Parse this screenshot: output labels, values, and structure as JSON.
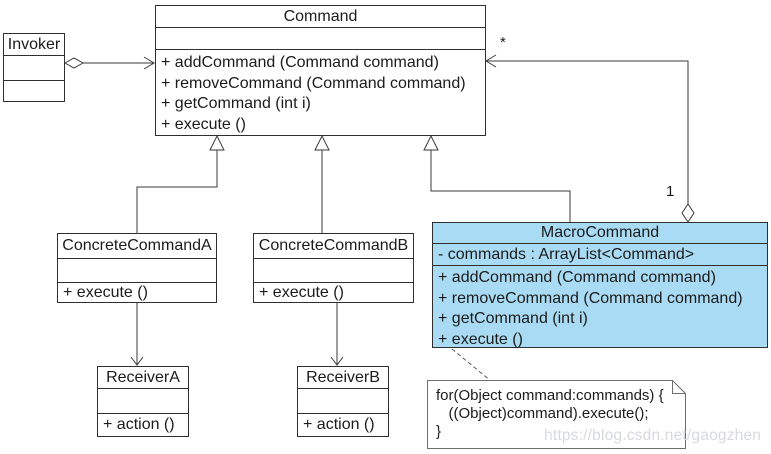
{
  "watermark": "https://blog.csdn.net/gaogzhen",
  "colors": {
    "macro_fill": "#a9dcf4"
  },
  "labels": {
    "many": "*",
    "one": "1"
  },
  "classes": {
    "invoker": {
      "name": "Invoker"
    },
    "command": {
      "name": "Command",
      "methods": [
        "+ addCommand (Command command)",
        "+ removeCommand (Command command)",
        "+ getCommand (int i)",
        "+ execute ()"
      ]
    },
    "concreteCommandA": {
      "name": "ConcreteCommandA",
      "methods": [
        "+ execute ()"
      ]
    },
    "concreteCommandB": {
      "name": "ConcreteCommandB",
      "methods": [
        "+ execute ()"
      ]
    },
    "macroCommand": {
      "name": "MacroCommand",
      "attributes": [
        "- commands : ArrayList<Command>"
      ],
      "methods": [
        "+ addCommand (Command command)",
        "+ removeCommand (Command command)",
        "+ getCommand (int i)",
        "+ execute ()"
      ]
    },
    "receiverA": {
      "name": "ReceiverA",
      "methods": [
        "+ action ()"
      ]
    },
    "receiverB": {
      "name": "ReceiverB",
      "methods": [
        "+ action ()"
      ]
    }
  },
  "note": {
    "lines": [
      "for(Object command:commands) {",
      "   ((Object)command).execute();",
      "}"
    ]
  }
}
